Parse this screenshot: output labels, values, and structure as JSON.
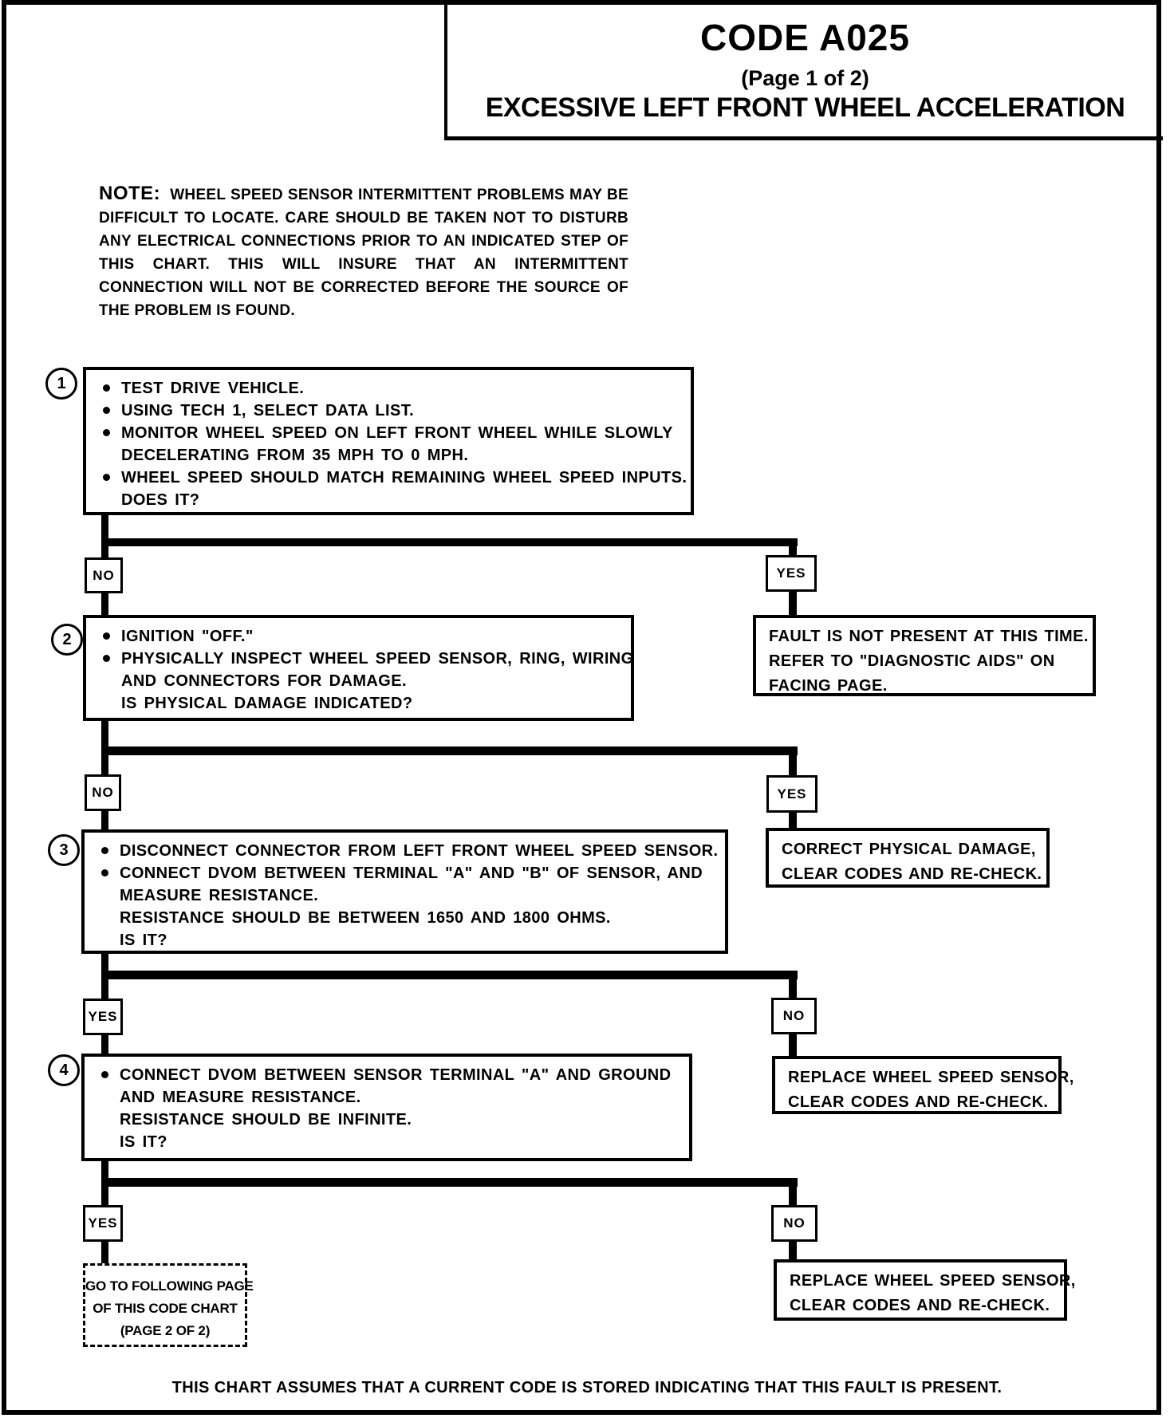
{
  "header": {
    "code": "CODE A025",
    "page_info": "(Page 1 of 2)",
    "heading": "EXCESSIVE LEFT FRONT WHEEL ACCELERATION"
  },
  "note": {
    "label": "NOTE:",
    "body": "WHEEL SPEED SENSOR INTERMITTENT PROBLEMS MAY BE DIFFICULT TO LOCATE. CARE SHOULD BE TAKEN NOT TO DISTURB ANY ELECTRICAL CONNECTIONS PRIOR TO AN INDICATED STEP OF THIS CHART. THIS WILL INSURE THAT AN INTERMITTENT CONNECTION WILL NOT BE CORRECTED BEFORE THE SOURCE OF THE PROBLEM IS FOUND."
  },
  "labels": {
    "no": "NO",
    "yes": "YES"
  },
  "steps": [
    {
      "number": "1",
      "lines": [
        {
          "bullet": true,
          "text": "TEST DRIVE VEHICLE."
        },
        {
          "bullet": true,
          "text": "USING TECH 1, SELECT DATA LIST."
        },
        {
          "bullet": true,
          "text": "MONITOR WHEEL SPEED ON LEFT FRONT WHEEL WHILE SLOWLY"
        },
        {
          "bullet": false,
          "text": "DECELERATING FROM 35 MPH TO 0 MPH."
        },
        {
          "bullet": true,
          "text": "WHEEL SPEED SHOULD MATCH REMAINING WHEEL SPEED INPUTS."
        },
        {
          "bullet": false,
          "text": "DOES IT?"
        }
      ]
    },
    {
      "number": "2",
      "lines": [
        {
          "bullet": true,
          "text": "IGNITION \"OFF.\""
        },
        {
          "bullet": true,
          "text": "PHYSICALLY INSPECT WHEEL SPEED SENSOR, RING, WIRING"
        },
        {
          "bullet": false,
          "text": "AND CONNECTORS FOR DAMAGE."
        },
        {
          "bullet": false,
          "text": "IS PHYSICAL DAMAGE INDICATED?"
        }
      ]
    },
    {
      "number": "3",
      "lines": [
        {
          "bullet": true,
          "text": "DISCONNECT CONNECTOR FROM LEFT FRONT WHEEL SPEED SENSOR."
        },
        {
          "bullet": true,
          "text": "CONNECT DVOM BETWEEN TERMINAL \"A\" AND \"B\" OF SENSOR, AND"
        },
        {
          "bullet": false,
          "text": "MEASURE RESISTANCE."
        },
        {
          "bullet": false,
          "text": "RESISTANCE SHOULD BE BETWEEN 1650 AND 1800 OHMS."
        },
        {
          "bullet": false,
          "text": "IS IT?"
        }
      ]
    },
    {
      "number": "4",
      "lines": [
        {
          "bullet": true,
          "text": "CONNECT DVOM BETWEEN SENSOR TERMINAL \"A\" AND GROUND"
        },
        {
          "bullet": false,
          "text": "AND MEASURE RESISTANCE."
        },
        {
          "bullet": false,
          "text": "RESISTANCE SHOULD BE INFINITE."
        },
        {
          "bullet": false,
          "text": "IS IT?"
        }
      ]
    }
  ],
  "results": [
    {
      "lines": [
        "FAULT IS NOT PRESENT AT THIS TIME.",
        "REFER TO \"DIAGNOSTIC AIDS\" ON",
        "FACING PAGE."
      ]
    },
    {
      "lines": [
        "CORRECT PHYSICAL DAMAGE,",
        "CLEAR CODES AND RE-CHECK."
      ]
    },
    {
      "lines": [
        "REPLACE WHEEL SPEED SENSOR,",
        "CLEAR CODES AND RE-CHECK."
      ]
    },
    {
      "lines": [
        "REPLACE WHEEL SPEED SENSOR,",
        "CLEAR CODES AND RE-CHECK."
      ]
    }
  ],
  "goto_box": {
    "lines": [
      "GO TO FOLLOWING PAGE",
      "OF THIS CODE CHART",
      "(PAGE 2 OF 2)"
    ]
  },
  "footer": "THIS CHART ASSUMES THAT A CURRENT CODE IS STORED INDICATING THAT THIS FAULT  IS PRESENT.",
  "colors": {
    "ink": "#000000",
    "paper": "#ffffff"
  }
}
